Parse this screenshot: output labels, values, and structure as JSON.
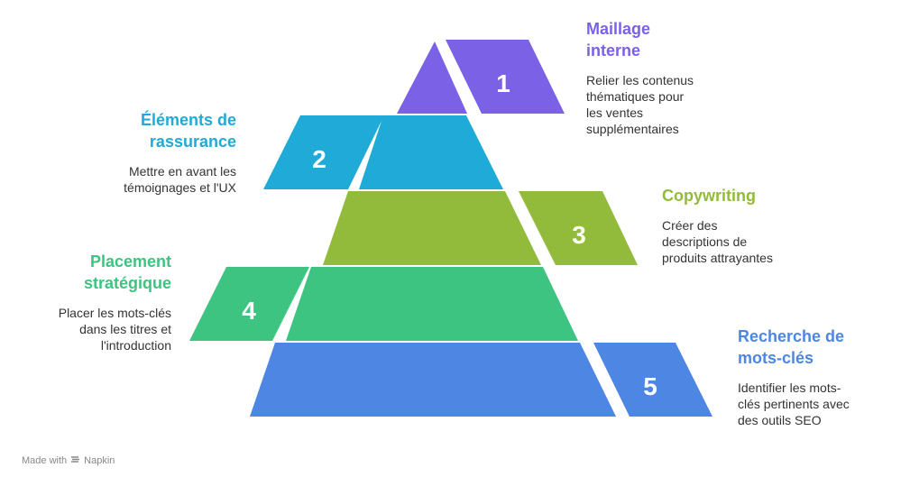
{
  "colors": {
    "level1": "#7b61e6",
    "level2": "#20aad8",
    "level3": "#92bb3c",
    "level4": "#3cc480",
    "level5": "#4d86e3"
  },
  "levels": [
    {
      "number": "1",
      "title": "Maillage\ninterne",
      "description": "Relier les contenus\nthématiques pour\nles ventes\nsupplémentaires"
    },
    {
      "number": "2",
      "title": "Éléments de\nrassurance",
      "description": "Mettre en avant les\ntémoignages et l'UX"
    },
    {
      "number": "3",
      "title": "Copywriting",
      "description": "Créer des\ndescriptions de\nproduits attrayantes"
    },
    {
      "number": "4",
      "title": "Placement\nstratégique",
      "description": "Placer les mots-clés\ndans les titres et\nl'introduction"
    },
    {
      "number": "5",
      "title": "Recherche de\nmots-clés",
      "description": "Identifier les mots-\nclés pertinents avec\ndes outils SEO"
    }
  ],
  "footer": {
    "prefix": "Made with",
    "brand": "Napkin",
    "logo_icon": "napkin-logo-icon"
  }
}
